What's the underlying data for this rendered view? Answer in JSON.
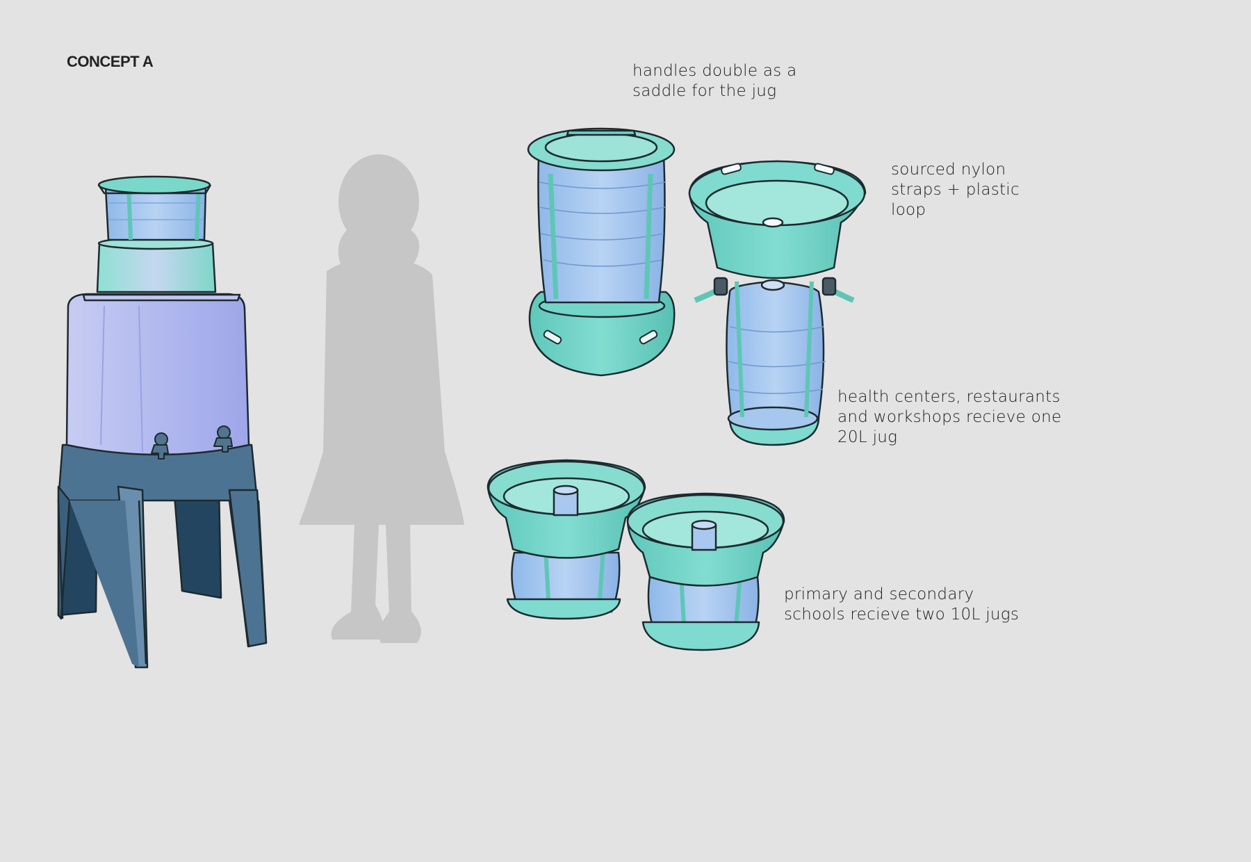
{
  "title": "CONCEPT A",
  "colors": {
    "background": "#e3e3e3",
    "teal": "#6fd3c6",
    "teal_dark": "#4fb9ab",
    "jug_blue": "#a9c8ef",
    "tank_lavender": "#b9bff0",
    "stand_blue": "#466a86",
    "silhouette": "#c9c9c9",
    "outline": "#1d2a2e"
  },
  "annotations": {
    "handles": [
      "handles double as a",
      "saddle for the jug"
    ],
    "straps": [
      "sourced nylon",
      "straps + plastic",
      "loop"
    ],
    "health": [
      "health centers, restaurants",
      "and workshops recieve one",
      "20L jug"
    ],
    "schools": [
      "primary and secondary",
      "schools recieve two 10L jugs"
    ]
  },
  "icons": [
    "water-dispenser-tank-icon",
    "child-silhouette-icon",
    "jug-with-base-icon",
    "saddle-bowl-icon",
    "hanging-jug-icon",
    "small-dispenser-icon"
  ]
}
